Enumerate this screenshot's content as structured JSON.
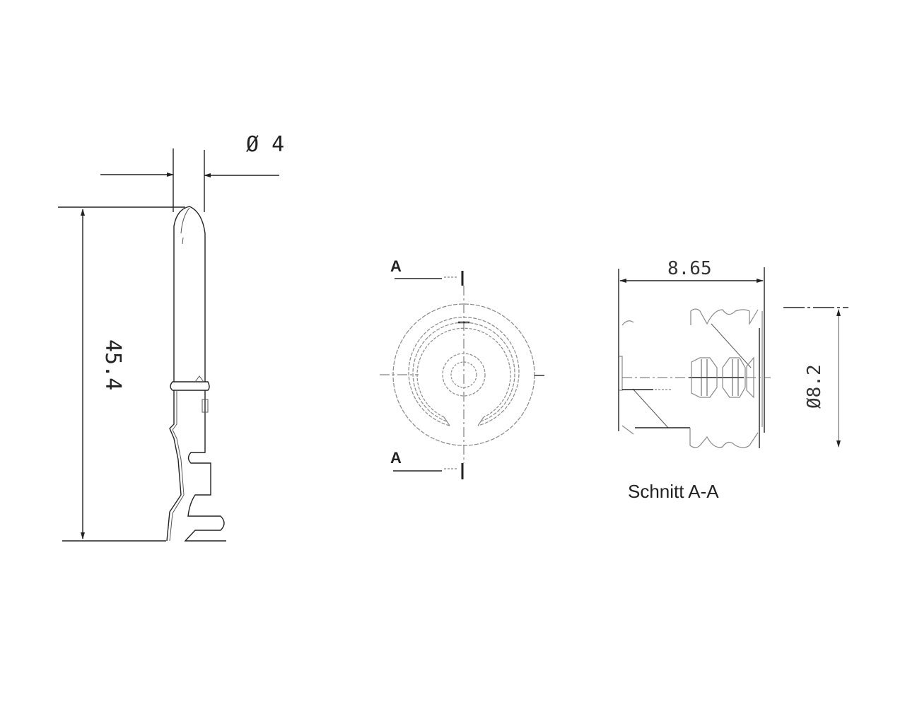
{
  "drawing": {
    "pin_view": {
      "diameter_label": "Ø 4",
      "length_label": "45.4"
    },
    "front_view": {
      "section_mark_top": "A",
      "section_mark_bottom": "A"
    },
    "section_view": {
      "width_label": "8.65",
      "diameter_label": "Ø8.2",
      "caption": "Schnitt A-A"
    }
  }
}
